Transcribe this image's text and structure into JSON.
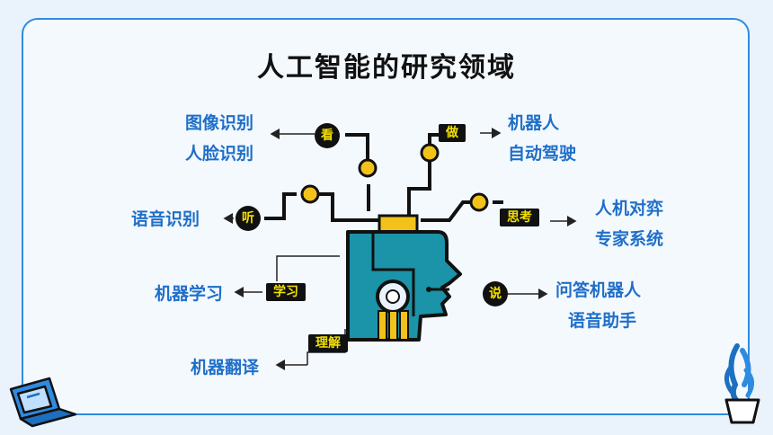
{
  "title": "人工智能的研究领域",
  "tags": {
    "see": "看",
    "do": "做",
    "listen": "听",
    "think": "思考",
    "learn": "学习",
    "speak": "说",
    "understand": "理解"
  },
  "labels": {
    "see": [
      "图像识别",
      "人脸识别"
    ],
    "do": [
      "机器人",
      "自动驾驶"
    ],
    "listen": [
      "语音识别"
    ],
    "think": [
      "人机对弈",
      "专家系统"
    ],
    "learn": [
      "机器学习"
    ],
    "speak": [
      "问答机器人",
      "语音助手"
    ],
    "understand": [
      "机器翻译"
    ]
  },
  "colors": {
    "frame": "#2f8be0",
    "label": "#1f6fc8",
    "tag_bg": "#111111",
    "tag_text": "#f3e000",
    "head": "#1b93a8",
    "chip": "#f2c21b"
  },
  "icons": [
    "laptop-icon",
    "plant-icon",
    "robot-head-icon",
    "arrow-icon"
  ]
}
